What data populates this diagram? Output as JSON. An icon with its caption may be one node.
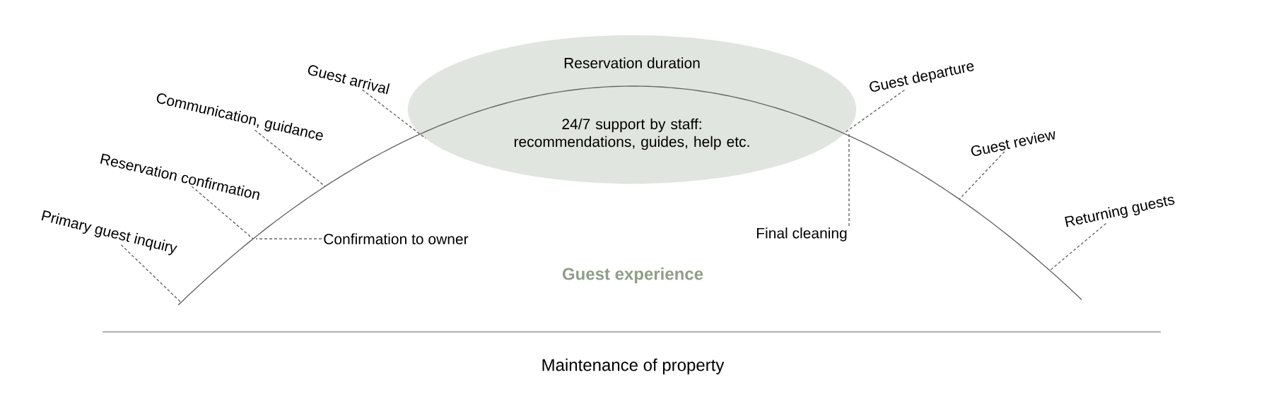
{
  "diagram": {
    "nodes": [
      {
        "text": [
          "Primary guest inquiry"
        ]
      },
      {
        "text": [
          "Reservation confirmation"
        ]
      },
      {
        "text": [
          "Confirmation to owner"
        ]
      },
      {
        "text": [
          "Communication, guidance"
        ]
      },
      {
        "text": [
          "Guest arrival"
        ]
      },
      {
        "text": [
          "Reservation duration",
          "24/7 support by staff: recommendations, guides, help etc."
        ]
      },
      {
        "text": [
          "Guest departure"
        ]
      },
      {
        "text": [
          "Final cleaning"
        ]
      },
      {
        "text": [
          "Guest review"
        ]
      },
      {
        "text": [
          "Returning guests"
        ]
      }
    ],
    "edges": [
      {
        "from": 0,
        "to": null,
        "arrow": "none",
        "style": "dashed"
      },
      {
        "from": 1,
        "to": null,
        "arrow": "none",
        "style": "dashed"
      },
      {
        "from": 2,
        "to": null,
        "arrow": "none",
        "style": "dashed"
      },
      {
        "from": 3,
        "to": null,
        "arrow": "none",
        "style": "dashed"
      },
      {
        "from": 4,
        "to": 5,
        "arrow": "none",
        "style": "dashed"
      },
      {
        "from": 6,
        "to": 5,
        "arrow": "none",
        "style": "dashed"
      },
      {
        "from": 7,
        "to": 5,
        "arrow": "none",
        "style": "dashed"
      },
      {
        "from": 8,
        "to": null,
        "arrow": "none",
        "style": "dashed"
      },
      {
        "from": 9,
        "to": null,
        "arrow": "none",
        "style": "dashed"
      }
    ],
    "labels": [
      "Guest experience",
      "Maintenance of property"
    ]
  }
}
